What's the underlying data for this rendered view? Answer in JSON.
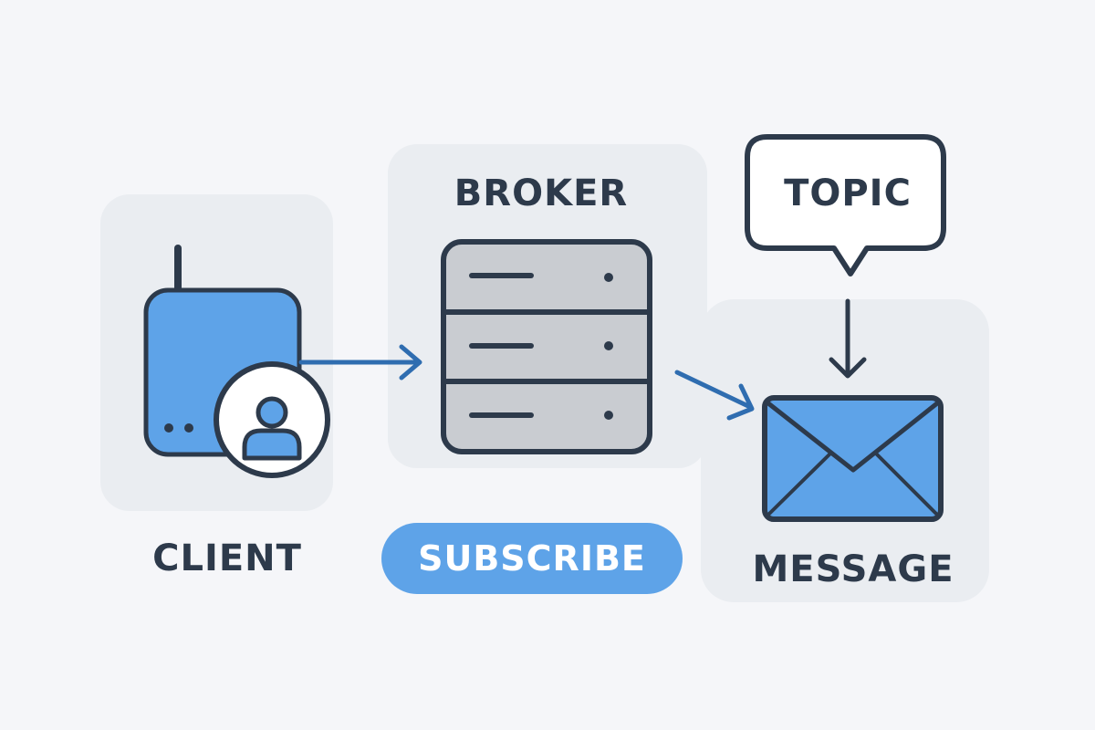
{
  "nodes": {
    "client": {
      "label": "CLIENT"
    },
    "broker": {
      "label": "BROKER"
    },
    "topic": {
      "label": "TOPIC"
    },
    "message": {
      "label": "MESSAGE"
    }
  },
  "actions": {
    "subscribe_label": "SUBSCRIBE"
  },
  "icons": {
    "client": "router-device-icon",
    "user": "user-avatar-icon",
    "broker": "server-stack-icon",
    "topic": "speech-bubble-icon",
    "message": "envelope-icon"
  },
  "colors": {
    "background": "#f5f6f9",
    "panel": "#eaedf1",
    "accent_blue": "#5ea3e8",
    "arrow_blue": "#2f6db0",
    "outline": "#2d3a4b",
    "server_fill": "#c9ccd1"
  }
}
